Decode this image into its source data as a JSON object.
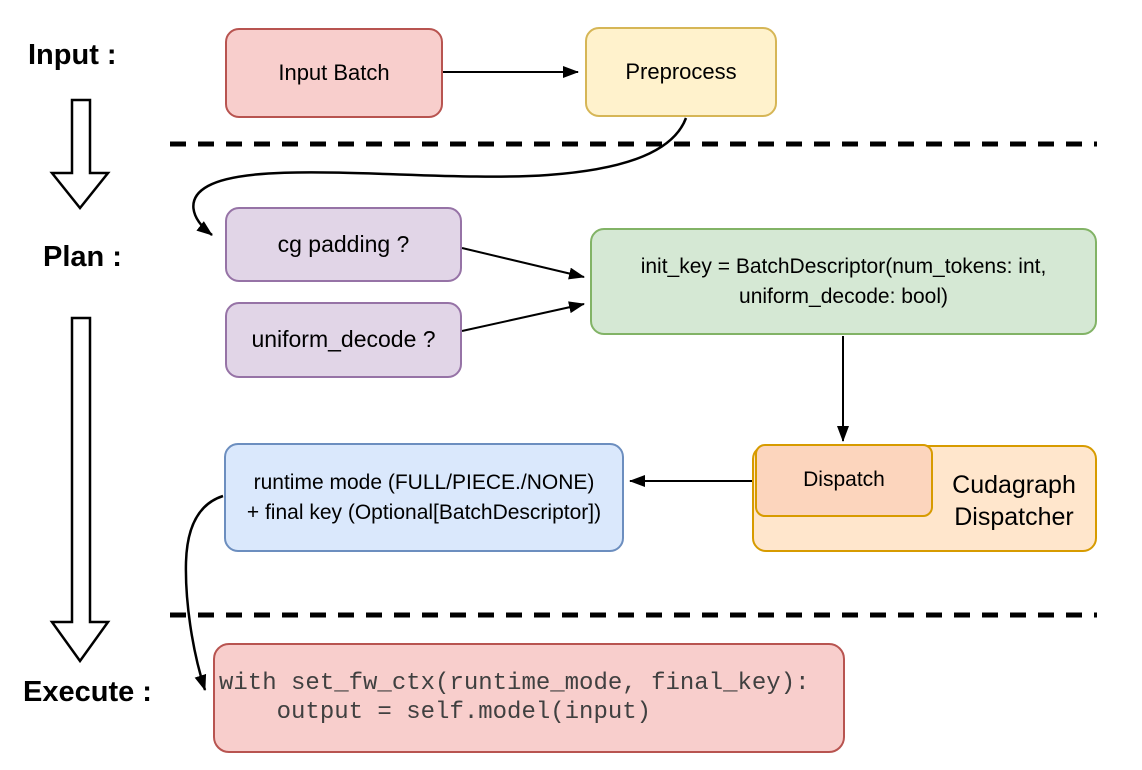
{
  "title": "Cudagraph dispatch flow diagram",
  "stage_labels": {
    "input": "Input :",
    "plan": "Plan :",
    "execute": "Execute :"
  },
  "nodes": {
    "input_batch": {
      "label": "Input Batch"
    },
    "preprocess": {
      "label": "Preprocess"
    },
    "cg_padding": {
      "label": "cg padding ?"
    },
    "uniform_decode": {
      "label": "uniform_decode ?"
    },
    "init_key": {
      "line1": "init_key = BatchDescriptor(num_tokens: int,",
      "line2": "uniform_decode: bool)"
    },
    "runtime_mode": {
      "line1": "runtime mode (FULL/PIECE./NONE)",
      "line2": "+ final key (Optional[BatchDescriptor])"
    },
    "dispatch": {
      "label": "Dispatch"
    },
    "cudagraph_dispatcher": {
      "line1": "Cudagraph",
      "line2": "Dispatcher"
    },
    "execute_code": {
      "line1": "with set_fw_ctx(runtime_mode, final_key):",
      "line2": "    output = self.model(input)"
    }
  },
  "palette": {
    "red_fill": "#f8cecc",
    "red_stroke": "#b85450",
    "yellow_fill": "#fff2cc",
    "yellow_stroke": "#d6b656",
    "purple_fill": "#e1d5e7",
    "purple_stroke": "#9673a6",
    "green_fill": "#d5e8d4",
    "green_stroke": "#82b366",
    "blue_fill": "#dae8fc",
    "blue_stroke": "#6c8ebf",
    "orange_light_fill": "#ffe6cc",
    "orange_dark_fill": "#fcd5bd",
    "orange_stroke": "#d79b00",
    "line_color": "#000000",
    "code_text": "#404040"
  }
}
